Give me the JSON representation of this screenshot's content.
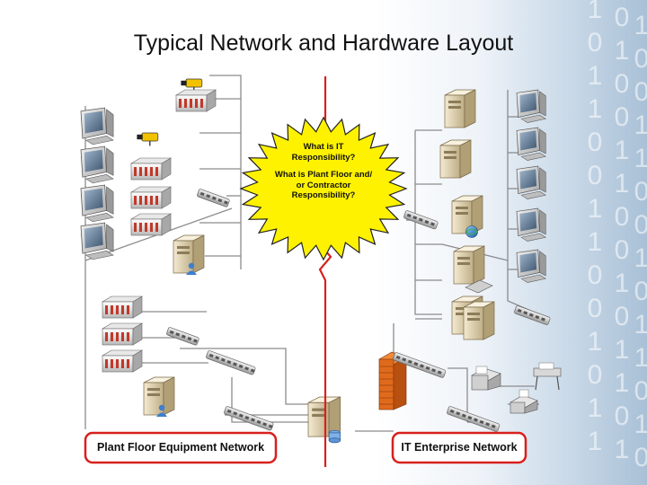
{
  "title": "Typical Network and Hardware Layout",
  "burst": {
    "q1_line1": "What is IT",
    "q1_line2": "Responsibility?",
    "q2_line1": "What is Plant Floor and/",
    "q2_line2": "or Contractor",
    "q2_line3": "Responsibility?"
  },
  "labels": {
    "left": "Plant Floor Equipment Network",
    "right": "IT Enterprise Network"
  },
  "decor": {
    "digits": [
      "1",
      "0",
      "1",
      "1",
      "0",
      "0",
      "1",
      "1",
      "0",
      "0",
      "1",
      "0",
      "1",
      "1",
      "0",
      "1",
      "0",
      "0",
      "1",
      "1",
      "0",
      "0",
      "1",
      "0",
      "1"
    ]
  },
  "colors": {
    "divider": "#d8201d",
    "label_border": "#d8201d",
    "burst_fill": "#fff200",
    "network_line": "#888888",
    "firewall": "#e06a1c"
  },
  "icons": {
    "monitor": "crt-monitor-icon",
    "plc": "plc-rack-icon",
    "camera": "camera-icon",
    "server": "server-tower-icon",
    "switch": "network-switch-icon",
    "firewall": "firewall-icon",
    "globe": "globe-icon",
    "printer": "printer-icon",
    "plotter": "plotter-icon",
    "fax": "fax-icon"
  }
}
